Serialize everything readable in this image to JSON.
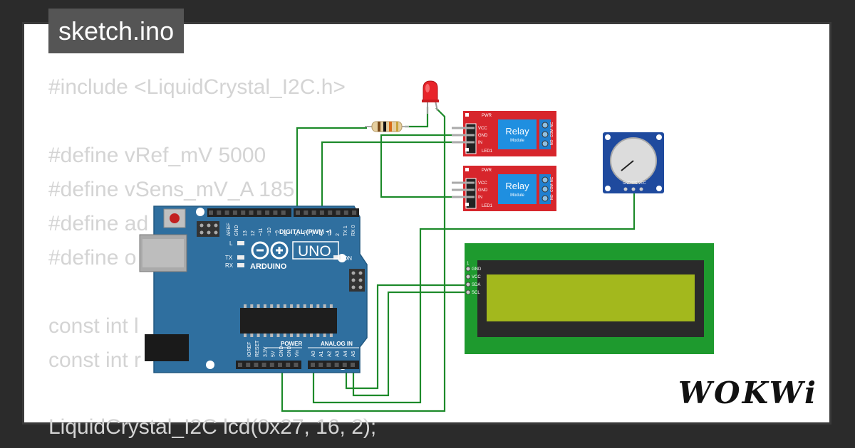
{
  "title_tab": {
    "filename": "sketch.ino"
  },
  "code": {
    "lines": [
      "#include <LiquidCrystal_I2C.h>",
      "",
      "#define vRef_mV 5000",
      "#define vSens_mV_A 185",
      "#define ad",
      "#define o",
      "",
      "const int l",
      "const int r",
      "",
      "LiquidCrystal_I2C lcd(0x27, 16, 2);"
    ]
  },
  "arduino": {
    "model_label": "UNO",
    "brand_label": "ARDUINO",
    "digital_header_label": "DIGITAL (PWM ~)",
    "power_header_label": "POWER",
    "analog_header_label": "ANALOG IN",
    "led_l_label": "L",
    "led_tx_label": "TX",
    "led_rx_label": "RX",
    "led_on_label": "ON",
    "top_pins": [
      "AREF",
      "GND",
      "13",
      "12",
      "~11",
      "~10",
      "~9",
      "8",
      "7",
      "~6",
      "~5",
      "4",
      "~3",
      "2",
      "TX 1",
      "RX 0"
    ],
    "power_pins": [
      "IOREF",
      "RESET",
      "3.3V",
      "5V",
      "GND",
      "GND",
      "Vin"
    ],
    "analog_pins": [
      "A0",
      "A1",
      "A2",
      "A3",
      "A4",
      "A5"
    ]
  },
  "relays": [
    {
      "label": "Relay",
      "sublabel": "Module",
      "pins": [
        "VCC",
        "GND",
        "IN"
      ],
      "pwr_label": "PWR",
      "led_label": "LED1",
      "terminals": [
        "NO",
        "COM",
        "NC"
      ]
    },
    {
      "label": "Relay",
      "sublabel": "Module",
      "pins": [
        "VCC",
        "GND",
        "IN"
      ],
      "pwr_label": "PWR",
      "led_label": "LED1",
      "terminals": [
        "NO",
        "COM",
        "NC"
      ]
    }
  ],
  "potentiometer": {
    "pins": [
      "GND",
      "SIG",
      "VCC"
    ]
  },
  "lcd": {
    "pin1_label": "1",
    "pins": [
      "GND",
      "VCC",
      "SDA",
      "SCL"
    ]
  },
  "branding": {
    "logo_text": "WOKWi"
  },
  "colors": {
    "wire": "#1d8a2a",
    "arduino_board": "#2f6f9f",
    "relay_board": "#d7262c",
    "relay_label_bg": "#1f8fe0",
    "lcd_pcb": "#1e9a2e",
    "lcd_screen": "#a3b81d",
    "pot_board": "#1f4a9e",
    "led": "#e8242a"
  }
}
